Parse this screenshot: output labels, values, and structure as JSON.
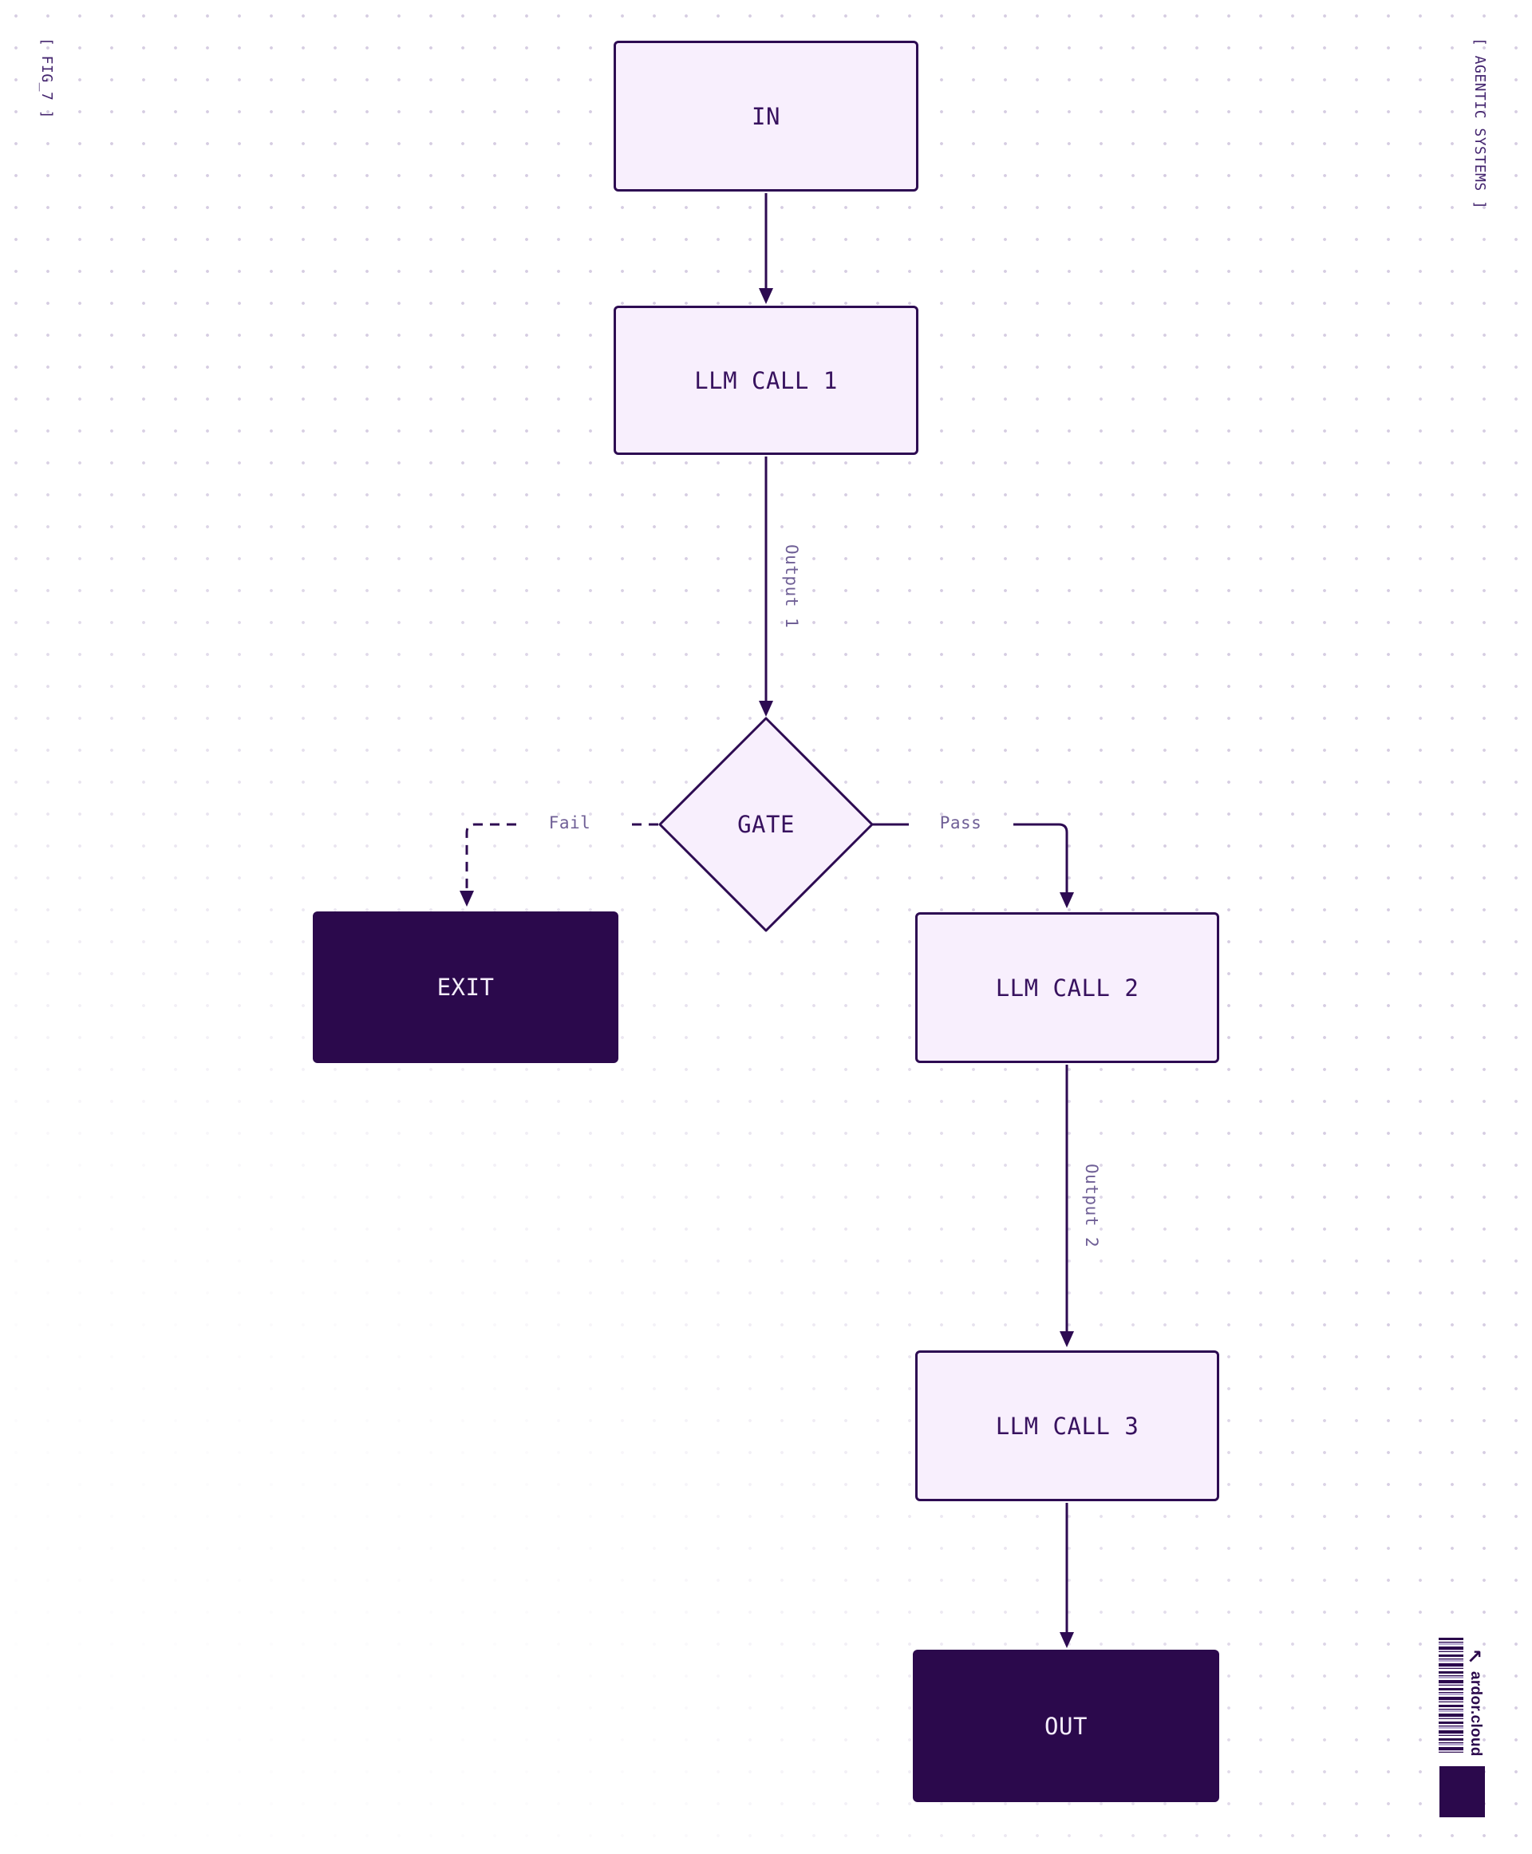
{
  "meta": {
    "fig_label": "[ FIG_7 ]",
    "systems_label": "[ AGENTIC SYSTEMS ]"
  },
  "brand": {
    "name": "ardor.cloud",
    "arrow_glyph": "↗"
  },
  "colors": {
    "ink": "#2d0b52",
    "node_fill_light": "#f8effd",
    "node_fill_dark": "#2b094c",
    "node_text_dark": "#38125f",
    "node_text_light": "#f4edfb",
    "edge_label": "#6f5f96",
    "grid_dot": "#d6cde2"
  },
  "diagram": {
    "type": "flowchart",
    "nodes": [
      {
        "id": "in",
        "label": "IN",
        "shape": "rect",
        "variant": "light"
      },
      {
        "id": "llm1",
        "label": "LLM CALL 1",
        "shape": "rect",
        "variant": "light"
      },
      {
        "id": "gate",
        "label": "GATE",
        "shape": "diamond",
        "variant": "light"
      },
      {
        "id": "exit",
        "label": "EXIT",
        "shape": "rect",
        "variant": "dark"
      },
      {
        "id": "llm2",
        "label": "LLM CALL 2",
        "shape": "rect",
        "variant": "light"
      },
      {
        "id": "llm3",
        "label": "LLM CALL 3",
        "shape": "rect",
        "variant": "light"
      },
      {
        "id": "out",
        "label": "OUT",
        "shape": "rect",
        "variant": "dark"
      }
    ],
    "edges": [
      {
        "from": "in",
        "to": "llm1",
        "label": "",
        "style": "solid"
      },
      {
        "from": "llm1",
        "to": "gate",
        "label": "Output 1",
        "style": "solid"
      },
      {
        "from": "gate",
        "to": "exit",
        "label": "Fail",
        "style": "dashed"
      },
      {
        "from": "gate",
        "to": "llm2",
        "label": "Pass",
        "style": "solid"
      },
      {
        "from": "llm2",
        "to": "llm3",
        "label": "Output 2",
        "style": "solid"
      },
      {
        "from": "llm3",
        "to": "out",
        "label": "",
        "style": "solid"
      }
    ]
  }
}
